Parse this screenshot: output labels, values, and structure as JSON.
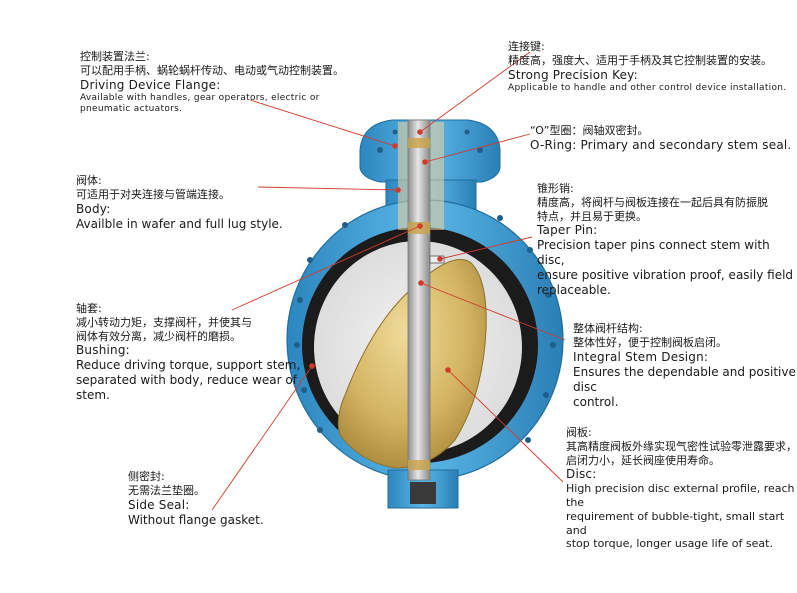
{
  "callouts": {
    "driving_flange": {
      "zh_title": "控制装置法兰:",
      "zh_lines": [
        "可以配用手柄、蜗轮蜗杆传动、电动或气动控制装置。"
      ],
      "en_title": "Driving Device Flange:",
      "en_lines": [
        "Available with handles, gear operators, electric or",
        "pneumatic actuators."
      ]
    },
    "strong_key": {
      "zh_title": "连接键:",
      "zh_lines": [
        "精度高，强度大、适用于手柄及其它控制装置的安装。"
      ],
      "en_title": "Strong Precision Key:",
      "en_lines": [
        "Applicable to handle and other control device installation."
      ]
    },
    "o_ring": {
      "zh_title": "“O”型圈：阀轴双密封。",
      "en_title": "O-Ring: Primary and secondary stem seal."
    },
    "body": {
      "zh_title": "阀体:",
      "zh_lines": [
        "可适用于对夹连接与管端连接。"
      ],
      "en_title": "Body:",
      "en_lines": [
        "Availble in wafer and full lug style."
      ]
    },
    "taper_pin": {
      "zh_title": "锥形销:",
      "zh_lines": [
        "精度高，将阀杆与阀板连接在一起后具有防振脱",
        "特点，并且易于更换。"
      ],
      "en_title": "Taper Pin:",
      "en_lines": [
        "Precision taper pins connect stem with disc,",
        "ensure positive vibration proof, easily field",
        "replaceable."
      ]
    },
    "bushing": {
      "zh_title": "轴套:",
      "zh_lines": [
        "减小转动力矩，支撑阀杆，并使其与",
        "阀体有效分离，减少阀杆的磨损。"
      ],
      "en_title": "Bushing:",
      "en_lines": [
        "Reduce driving torque, support stem,",
        "separated with body, reduce wear of",
        "stem."
      ]
    },
    "integral_stem": {
      "zh_title": "整体阀杆结构:",
      "zh_lines": [
        "整体性好，便于控制阀板启闭。"
      ],
      "en_title": "Integral Stem Design:",
      "en_lines": [
        "Ensures the dependable and positive disc",
        "control."
      ]
    },
    "disc": {
      "zh_title": "阀板:",
      "zh_lines": [
        "其高精度阀板外缘实现气密性试验零泄露要求，",
        "启闭力小，延长阀座使用寿命。"
      ],
      "en_title": "Disc:",
      "en_lines": [
        "High precision disc external profile, reach the",
        "requirement of bubble-tight, small start and",
        "stop torque, longer usage life of seat."
      ]
    },
    "side_seal": {
      "zh_title": "侧密封:",
      "zh_lines": [
        "无需法兰垫圈。"
      ],
      "en_title": "Side Seal:",
      "en_lines": [
        "Without flange gasket."
      ]
    }
  },
  "colors": {
    "body_blue": "#3f9fd6",
    "body_blue_dark": "#2a7fb5",
    "disc_gold": "#d8bb6a",
    "seat_black": "#1b1b1b",
    "stem_silver": "#b9b9b9",
    "leader_red": "#d23a2a"
  }
}
